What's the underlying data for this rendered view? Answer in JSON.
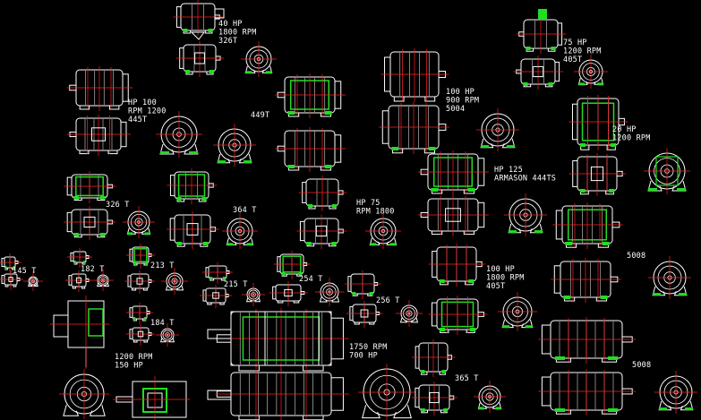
{
  "drawing": {
    "background_color": "#000000",
    "line_color": "#ffffff",
    "centerline_color": "#ff2020",
    "highlight_color": "#22dd22",
    "labels": {
      "hp40": [
        "40 HP",
        "1800 RPM",
        "326T"
      ],
      "hp75_1200": [
        "75 HP",
        "1200 RPM",
        "405T"
      ],
      "hp100_1200": [
        "HP 100",
        "RPM 1200",
        "445T"
      ],
      "t449": [
        "449T"
      ],
      "hp100_900": [
        "100 HP",
        "900 RPM",
        "5004"
      ],
      "hp20": [
        "20 HP",
        "1200 RPM"
      ],
      "hp125": [
        "HP 125",
        "ARMASON 444TS"
      ],
      "t326": [
        "326 T"
      ],
      "t364": [
        "364 T"
      ],
      "hp75_1800": [
        "HP 75",
        "RPM     1800"
      ],
      "s5008a": [
        "5008"
      ],
      "t145": [
        "145 T"
      ],
      "t182": [
        "182 T"
      ],
      "t213": [
        "213 T"
      ],
      "t215": [
        "215 T"
      ],
      "t254": [
        "254 T"
      ],
      "t256": [
        "256 T"
      ],
      "hp100_1800": [
        "100 HP",
        "1800 RPM",
        "405T"
      ],
      "t184": [
        "184 T"
      ],
      "hp150": [
        "1200 RPM",
        "150 HP"
      ],
      "hp700": [
        "1750 RPM",
        "700 HP"
      ],
      "t365": [
        "365 T"
      ],
      "s5008b": [
        "5008"
      ]
    }
  }
}
